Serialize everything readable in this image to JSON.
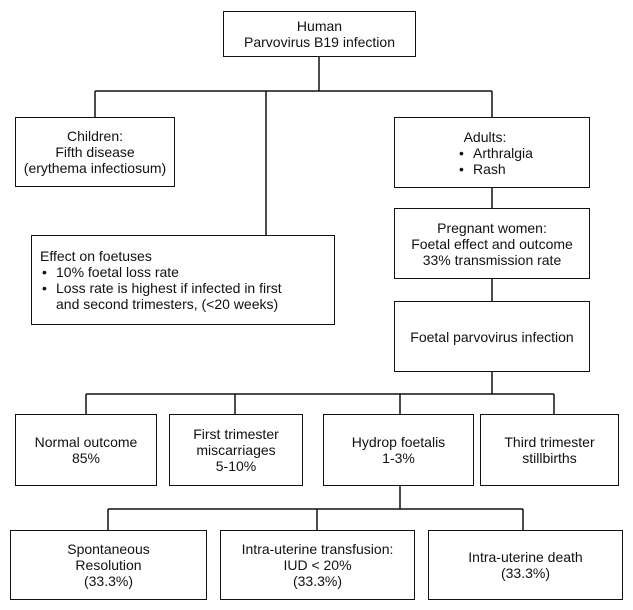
{
  "nodes": {
    "root": [
      "Human",
      "Parvovirus B19 infection"
    ],
    "children": [
      "Children:",
      "Fifth disease",
      "(erythema infectiosum)"
    ],
    "adults": {
      "heading": "Adults:",
      "bullets": [
        "Arthralgia",
        "Rash"
      ]
    },
    "effect_on_foetuses": {
      "heading": "Effect on foetuses",
      "bullets": [
        "10% foetal loss rate",
        "Loss rate is highest if infected in first",
        "and second trimesters, (<20 weeks)"
      ]
    },
    "pregnant_women": [
      "Pregnant women:",
      "Foetal effect and outcome",
      "33% transmission rate"
    ],
    "foetal_infection": [
      "Foetal parvovirus infection"
    ],
    "normal_outcome": [
      "Normal outcome",
      "85%"
    ],
    "first_trimester": [
      "First trimester",
      "miscarriages",
      "5-10%"
    ],
    "hydrops": [
      "Hydrop foetalis",
      "1-3%"
    ],
    "third_trimester": [
      "Third trimester",
      "stillbirths"
    ],
    "spontaneous": [
      "Spontaneous",
      "Resolution",
      "(33.3%)"
    ],
    "transfusion": [
      "Intra-uterine transfusion:",
      "IUD < 20%",
      "(33.3%)"
    ],
    "iu_death": [
      "Intra-uterine death",
      "(33.3%)"
    ]
  }
}
